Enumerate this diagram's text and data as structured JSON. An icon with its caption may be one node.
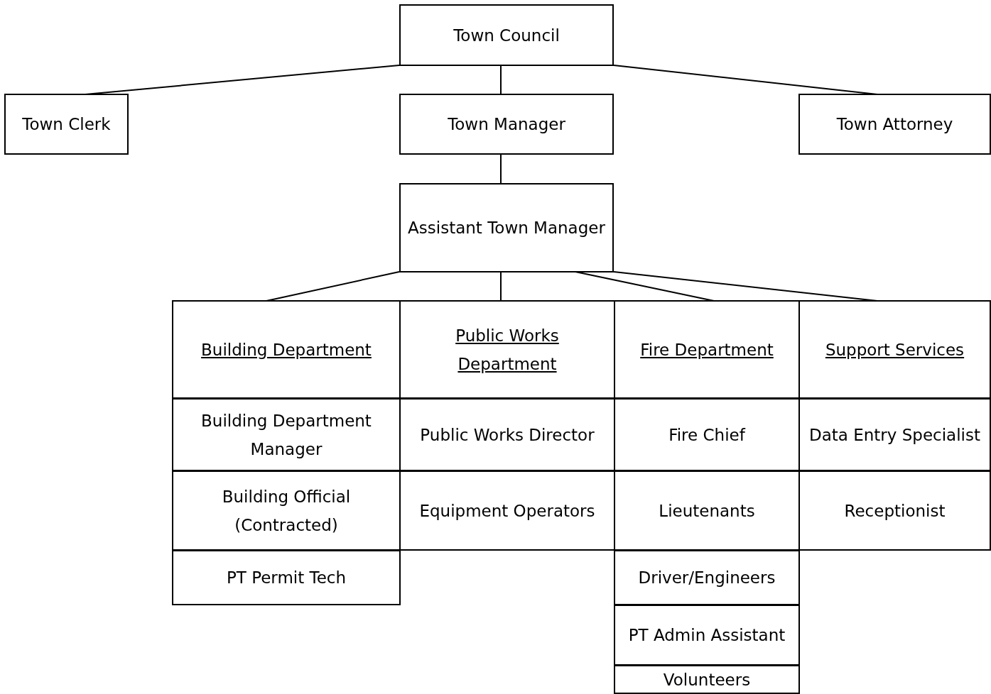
{
  "diagram": {
    "nodes": [
      {
        "text": [
          "Town Council"
        ]
      },
      {
        "text": [
          "Town Clerk"
        ]
      },
      {
        "text": [
          "Town Manager"
        ]
      },
      {
        "text": [
          "Town Attorney"
        ]
      },
      {
        "text": [
          "Assistant Town Manager"
        ]
      },
      {
        "text": [
          "Building Department"
        ]
      },
      {
        "text": [
          "Public Works Department"
        ]
      },
      {
        "text": [
          "Fire Department"
        ]
      },
      {
        "text": [
          "Support Services"
        ]
      },
      {
        "text": [
          "Building Department Manager"
        ]
      },
      {
        "text": [
          "Building Official (Contracted)"
        ]
      },
      {
        "text": [
          "PT Permit Tech"
        ]
      },
      {
        "text": [
          "Public Works Director"
        ]
      },
      {
        "text": [
          "Equipment Operators"
        ]
      },
      {
        "text": [
          "Fire Chief"
        ]
      },
      {
        "text": [
          "Lieutenants"
        ]
      },
      {
        "text": [
          "Driver/Engineers"
        ]
      },
      {
        "text": [
          "PT Admin Assistant"
        ]
      },
      {
        "text": [
          "Volunteers"
        ]
      },
      {
        "text": [
          "Data Entry Specialist"
        ]
      },
      {
        "text": [
          "Receptionist"
        ]
      }
    ],
    "edges": [
      {
        "from": 0,
        "to": 1,
        "arrow": "none"
      },
      {
        "from": 0,
        "to": 2,
        "arrow": "none"
      },
      {
        "from": 0,
        "to": 3,
        "arrow": "none"
      },
      {
        "from": 2,
        "to": 4,
        "arrow": "none"
      },
      {
        "from": 4,
        "to": 5,
        "arrow": "none"
      },
      {
        "from": 4,
        "to": 6,
        "arrow": "none"
      },
      {
        "from": 4,
        "to": 7,
        "arrow": "none"
      },
      {
        "from": 4,
        "to": 8,
        "arrow": "none"
      }
    ]
  }
}
